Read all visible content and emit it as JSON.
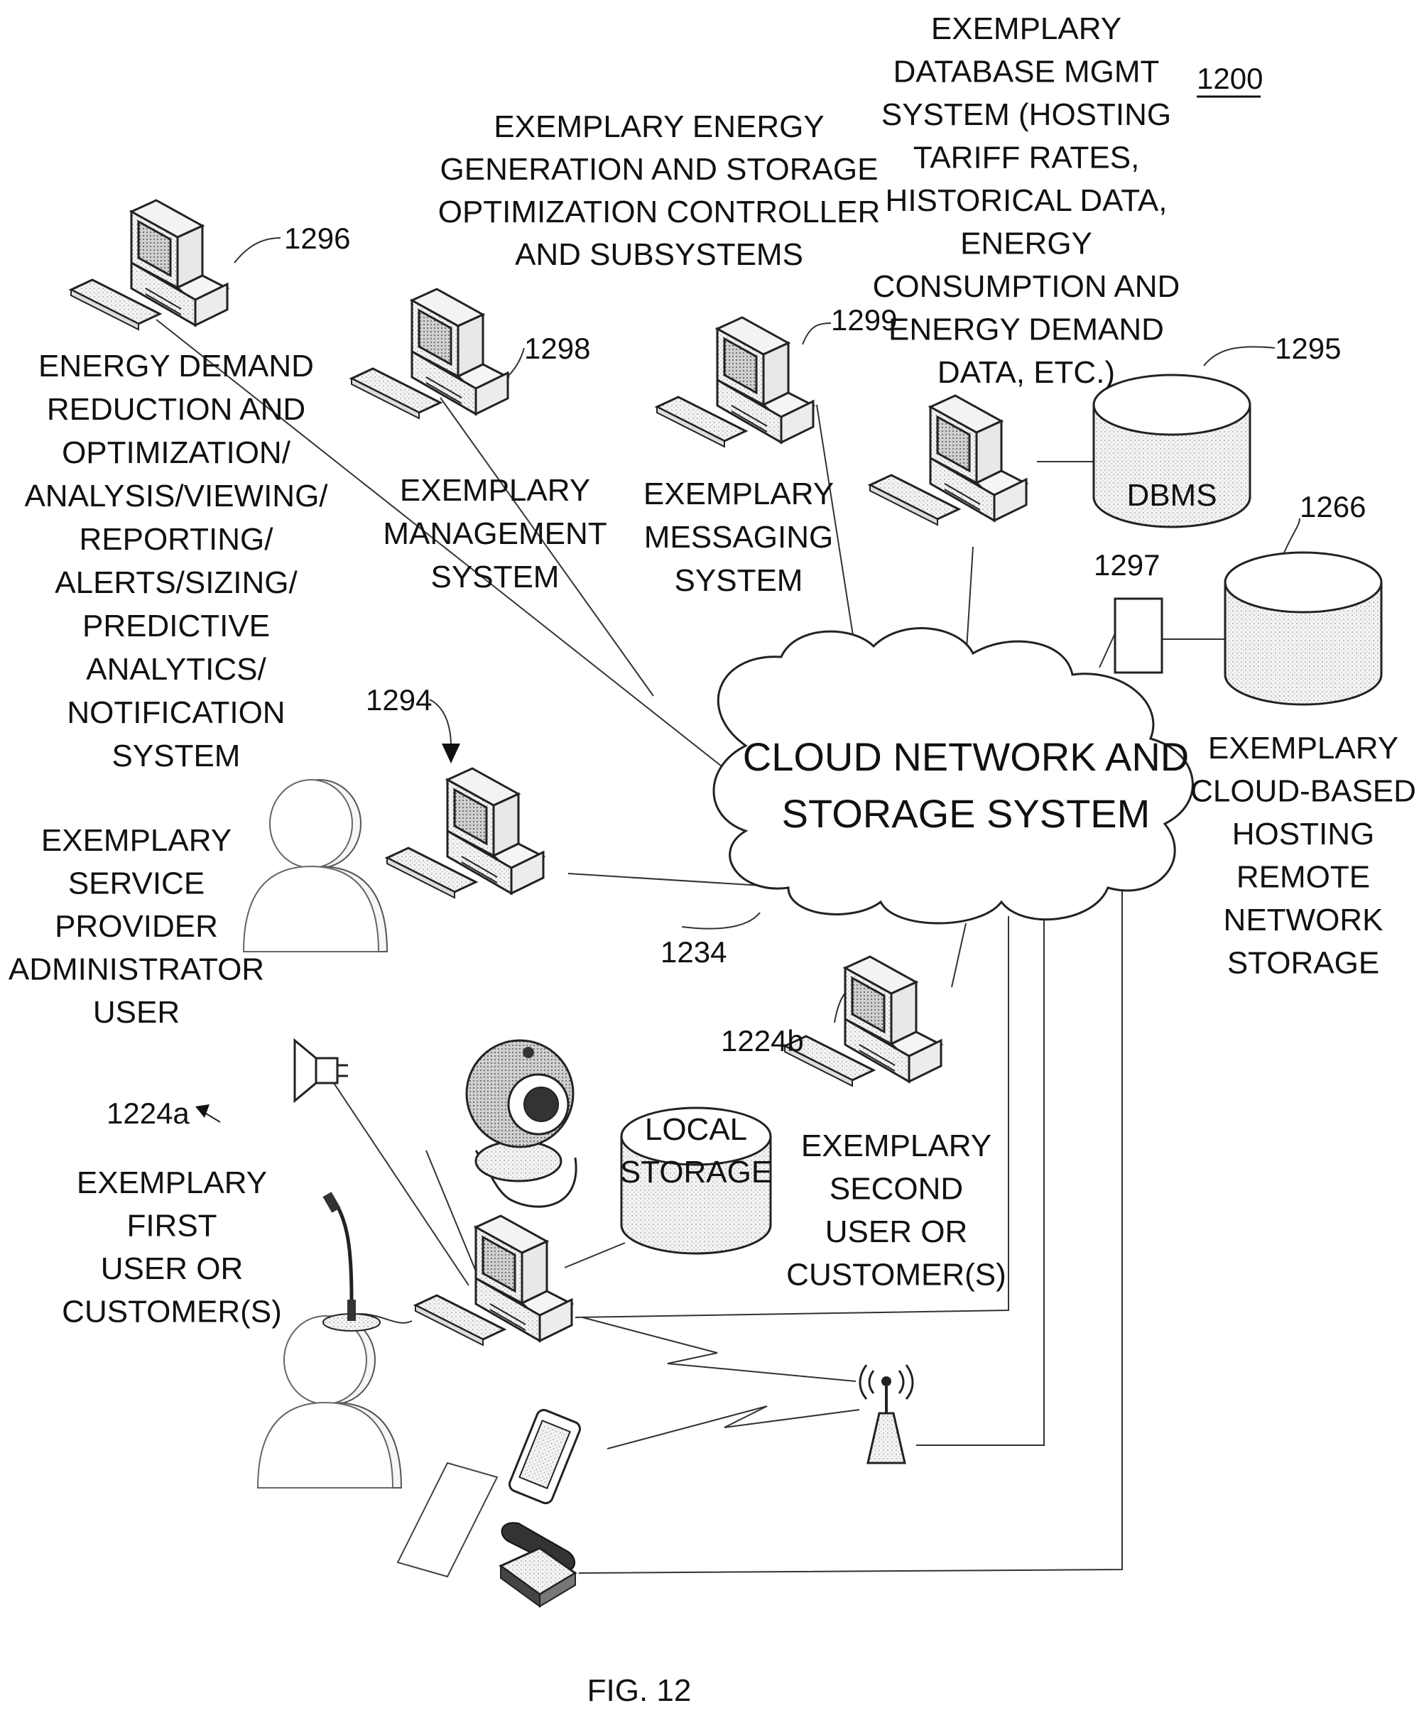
{
  "figure_number": "1200",
  "figure_caption": "FIG. 12",
  "cloud": {
    "label": [
      "CLOUD NETWORK AND",
      "STORAGE SYSTEM"
    ]
  },
  "refs": {
    "r1296": "1296",
    "r1298": "1298",
    "r1299": "1299",
    "r1295": "1295",
    "r1266": "1266",
    "r1297": "1297",
    "r1294": "1294",
    "r1234": "1234",
    "r1224b": "1224b",
    "r1224a": "1224a"
  },
  "labels": {
    "energy_demand": [
      "ENERGY DEMAND",
      "REDUCTION AND",
      "OPTIMIZATION/",
      "ANALYSIS/VIEWING/",
      "REPORTING/",
      "ALERTS/SIZING/",
      "PREDICTIVE",
      "ANALYTICS/",
      "NOTIFICATION",
      "SYSTEM"
    ],
    "management": [
      "EXEMPLARY",
      "MANAGEMENT",
      "SYSTEM"
    ],
    "optimization": [
      "EXEMPLARY ENERGY",
      "GENERATION AND STORAGE",
      "OPTIMIZATION CONTROLLER",
      "AND SUBSYSTEMS"
    ],
    "messaging": [
      "EXEMPLARY",
      "MESSAGING",
      "SYSTEM"
    ],
    "database": [
      "EXEMPLARY",
      "DATABASE MGMT",
      "SYSTEM (HOSTING",
      "TARIFF RATES,",
      "HISTORICAL DATA,",
      "ENERGY",
      "CONSUMPTION AND",
      "ENERGY DEMAND",
      "DATA, ETC.)"
    ],
    "dbms": "DBMS",
    "cloud_hosting": [
      "EXEMPLARY",
      "CLOUD-BASED",
      "HOSTING",
      "REMOTE",
      "NETWORK",
      "STORAGE"
    ],
    "admin": [
      "EXEMPLARY",
      "SERVICE",
      "PROVIDER",
      "ADMINISTRATOR",
      "USER"
    ],
    "second_user": [
      "EXEMPLARY",
      "SECOND",
      "USER OR",
      "CUSTOMER(S)"
    ],
    "first_user": [
      "EXEMPLARY",
      "FIRST",
      "USER OR",
      "CUSTOMER(S)"
    ],
    "local_storage": [
      "LOCAL",
      "STORAGE"
    ]
  }
}
